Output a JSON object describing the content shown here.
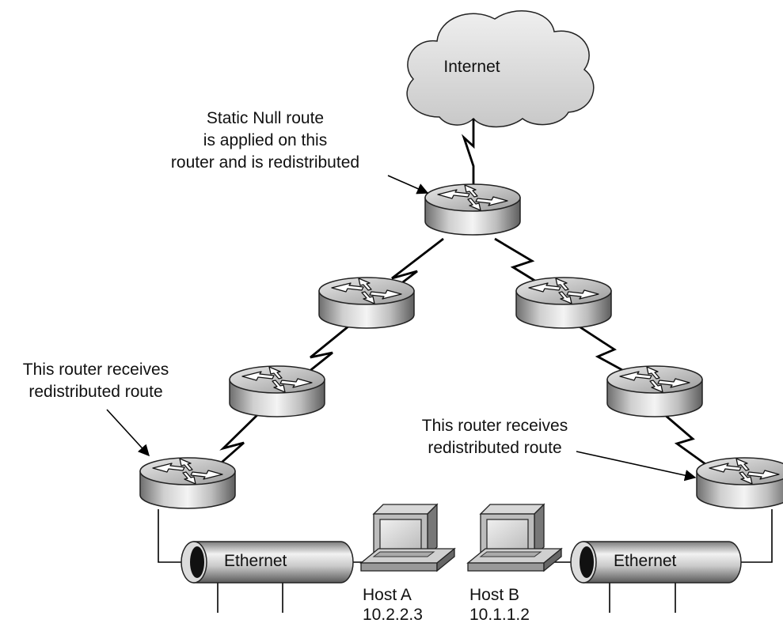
{
  "cloud": {
    "label": "Internet"
  },
  "annotations": {
    "static_null": [
      "Static Null route",
      "is applied on this",
      "router and is redistributed"
    ],
    "left_receiver": [
      "This router receives",
      "redistributed route"
    ],
    "right_receiver": [
      "This router receives",
      "redistributed route"
    ]
  },
  "segments": {
    "left": "Ethernet",
    "right": "Ethernet"
  },
  "hosts": {
    "a": {
      "name": "Host A",
      "ip": "10.2.2.3"
    },
    "b": {
      "name": "Host B",
      "ip": "10.1.1.2"
    }
  }
}
